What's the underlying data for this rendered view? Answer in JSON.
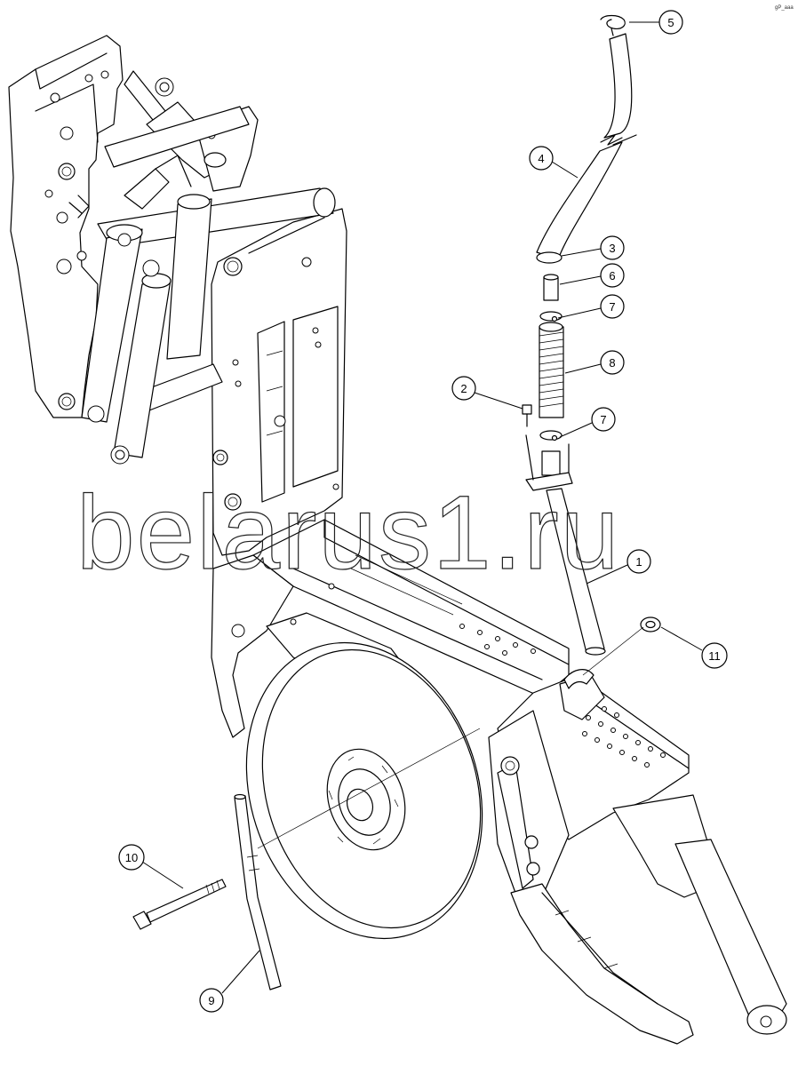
{
  "drawing": {
    "code": "gP_aaa",
    "watermark": "belarus1.ru"
  },
  "callouts": [
    {
      "id": "callout-1",
      "label": "1"
    },
    {
      "id": "callout-2",
      "label": "2"
    },
    {
      "id": "callout-3",
      "label": "3"
    },
    {
      "id": "callout-4",
      "label": "4"
    },
    {
      "id": "callout-5",
      "label": "5"
    },
    {
      "id": "callout-6",
      "label": "6"
    },
    {
      "id": "callout-7a",
      "label": "7"
    },
    {
      "id": "callout-7b",
      "label": "7"
    },
    {
      "id": "callout-8",
      "label": "8"
    },
    {
      "id": "callout-9",
      "label": "9"
    },
    {
      "id": "callout-10",
      "label": "10"
    },
    {
      "id": "callout-11",
      "label": "11"
    }
  ]
}
